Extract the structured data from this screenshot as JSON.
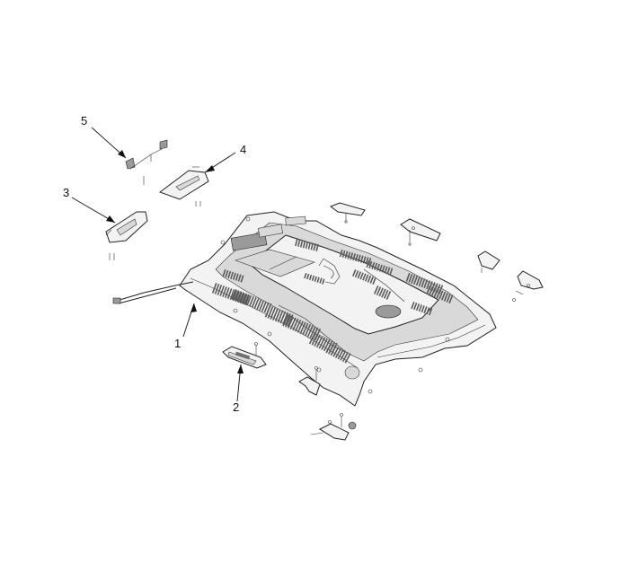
{
  "callouts": [
    {
      "id": "1",
      "label": "1"
    },
    {
      "id": "2",
      "label": "2"
    },
    {
      "id": "3",
      "label": "3"
    },
    {
      "id": "4",
      "label": "4"
    },
    {
      "id": "5",
      "label": "5"
    }
  ],
  "parts": [
    "headliner",
    "grab-handle",
    "sunvisor-left",
    "sunvisor-right",
    "sunvisor-retainer"
  ]
}
